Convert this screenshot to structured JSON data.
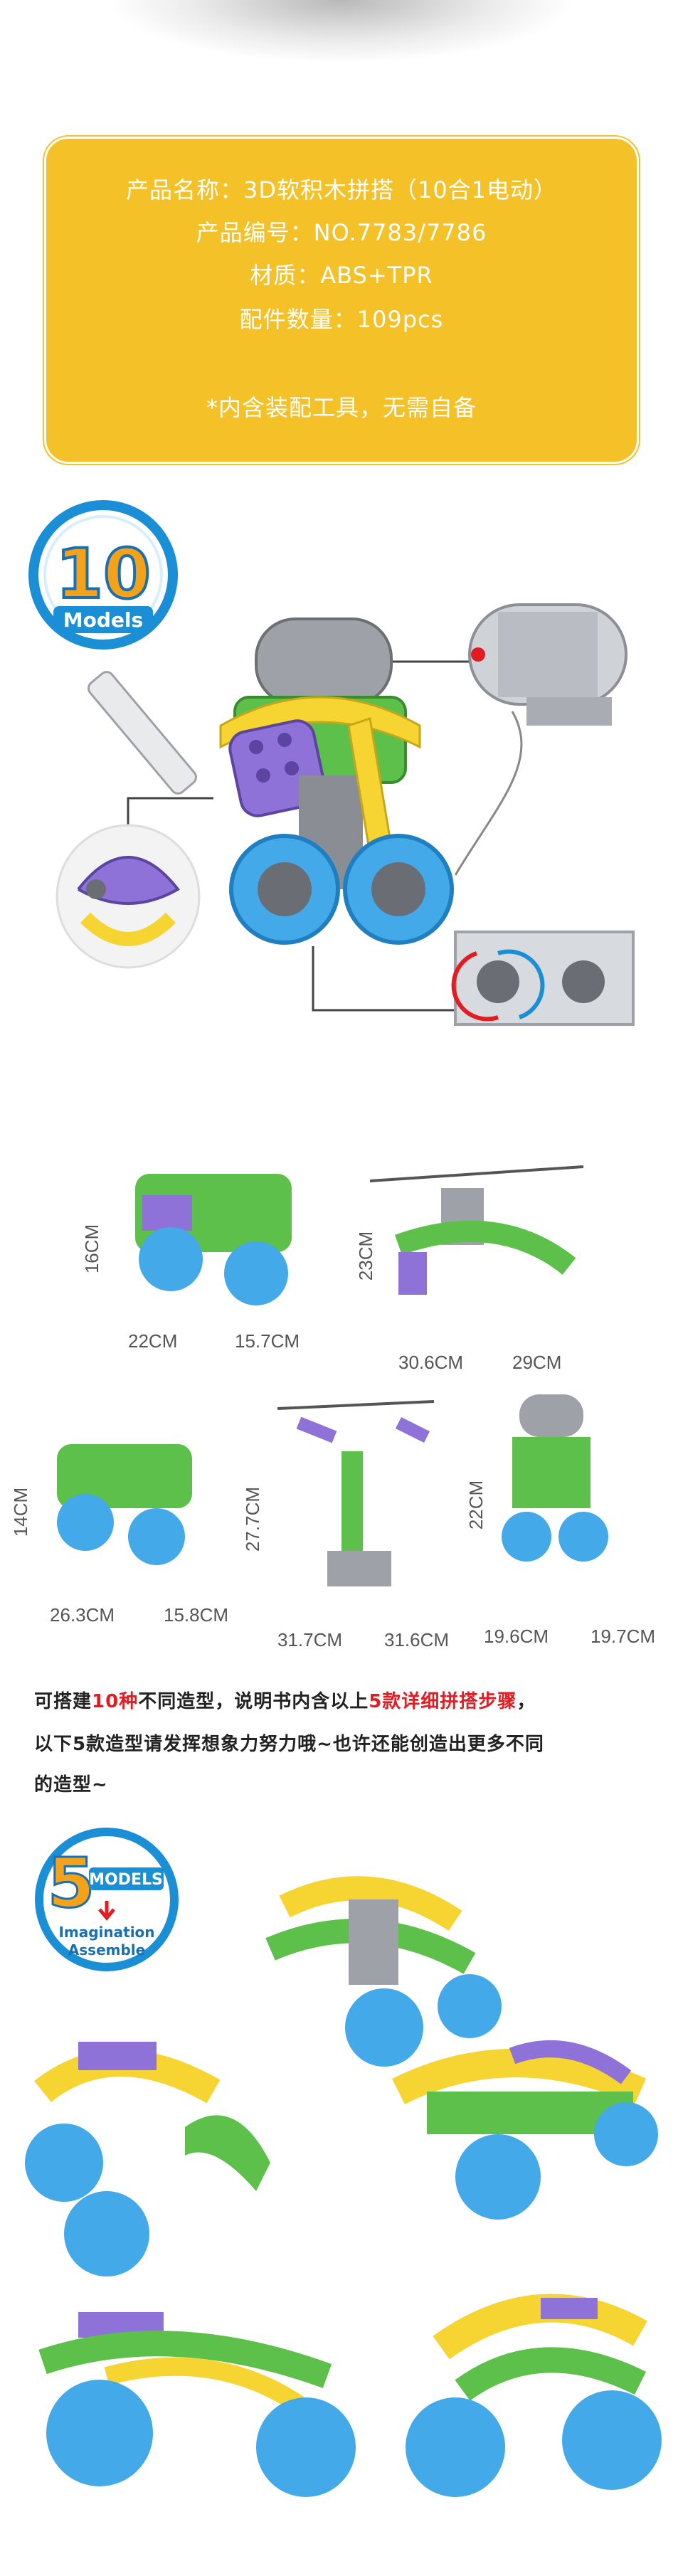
{
  "info": {
    "name_line": "产品名称：3D软积木拼搭（10合1电动）",
    "code_line": "产品编号：NO.7783/7786",
    "material_line": "材质：ABS+TPR",
    "parts_line": "配件数量：109pcs",
    "tool_note": "*内含装配工具，无需自备"
  },
  "badge_ten": {
    "number": "10",
    "label": "Models"
  },
  "sizes": [
    {
      "h": "16CM",
      "w": "22CM",
      "d": "15.7CM"
    },
    {
      "h": "23CM",
      "w": "30.6CM",
      "d": "29CM"
    },
    {
      "h": "14CM",
      "w": "26.3CM",
      "d": "15.8CM"
    },
    {
      "h": "27.7CM",
      "w": "31.7CM",
      "d": "31.6CM"
    },
    {
      "h": "22CM",
      "w": "19.6CM",
      "d": "19.7CM"
    }
  ],
  "notice": {
    "p1": "可搭建",
    "p1_red": "10种",
    "p2": "不同造型，说明书内含以上",
    "p2_red": "5款详细拼搭步骤",
    "p3": "，",
    "line2": "以下5款造型请发挥想象力努力哦~也许还能创造出更多不同",
    "line3": "的造型~"
  },
  "badge_five": {
    "number": "5",
    "models": "MODELS",
    "line1": "Imagination",
    "line2": "Assemble"
  },
  "colors": {
    "yellow": "#f4c128",
    "blue": "#1a8fd6",
    "green": "#5cc04a",
    "purple": "#8e72d8",
    "grey": "#7d8085",
    "red": "#e31b23"
  }
}
